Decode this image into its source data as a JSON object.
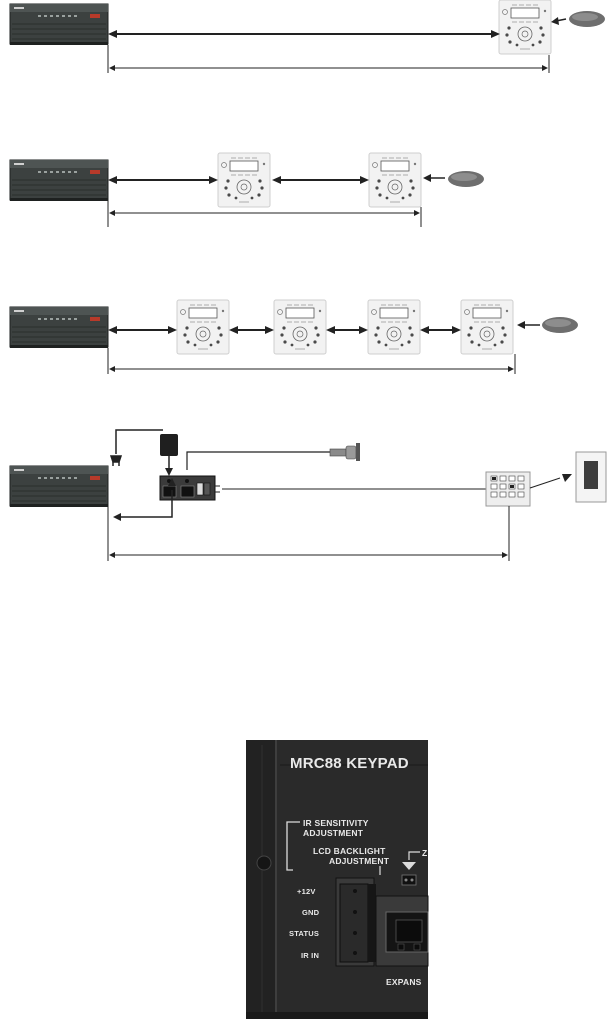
{
  "panel": {
    "title": "MRC88 KEYPAD",
    "ir_label_line1": "IR SENSITIVITY",
    "ir_label_line2": "ADJUSTMENT",
    "lcd_label_line1": "LCD BACKLIGHT",
    "lcd_label_line2": "ADJUSTMENT",
    "pins": [
      "+12V",
      "GND",
      "STATUS",
      "IR IN"
    ],
    "expansion_label": "EXPANS",
    "zone_fragment": "Z"
  },
  "colors": {
    "chassis": "#3c4140",
    "chassis_dark": "#1e2120",
    "accent_red": "#b83a2a",
    "keypad_face": "#f0f0f0",
    "panel_bg": "#2a2a2a",
    "panel_text": "#e9e9e9",
    "line": "#222222"
  },
  "icons": {
    "amplifier": "amplifier-unit-icon",
    "keypad": "lcd-keypad-icon",
    "ir_receiver": "ir-receiver-icon",
    "power_adapter": "power-adapter-icon",
    "ir_emitter": "ir-emitter-icon",
    "connection_block": "connection-block-icon",
    "small_keypad": "numeric-keypad-icon",
    "wall_switch": "wall-plate-icon"
  }
}
